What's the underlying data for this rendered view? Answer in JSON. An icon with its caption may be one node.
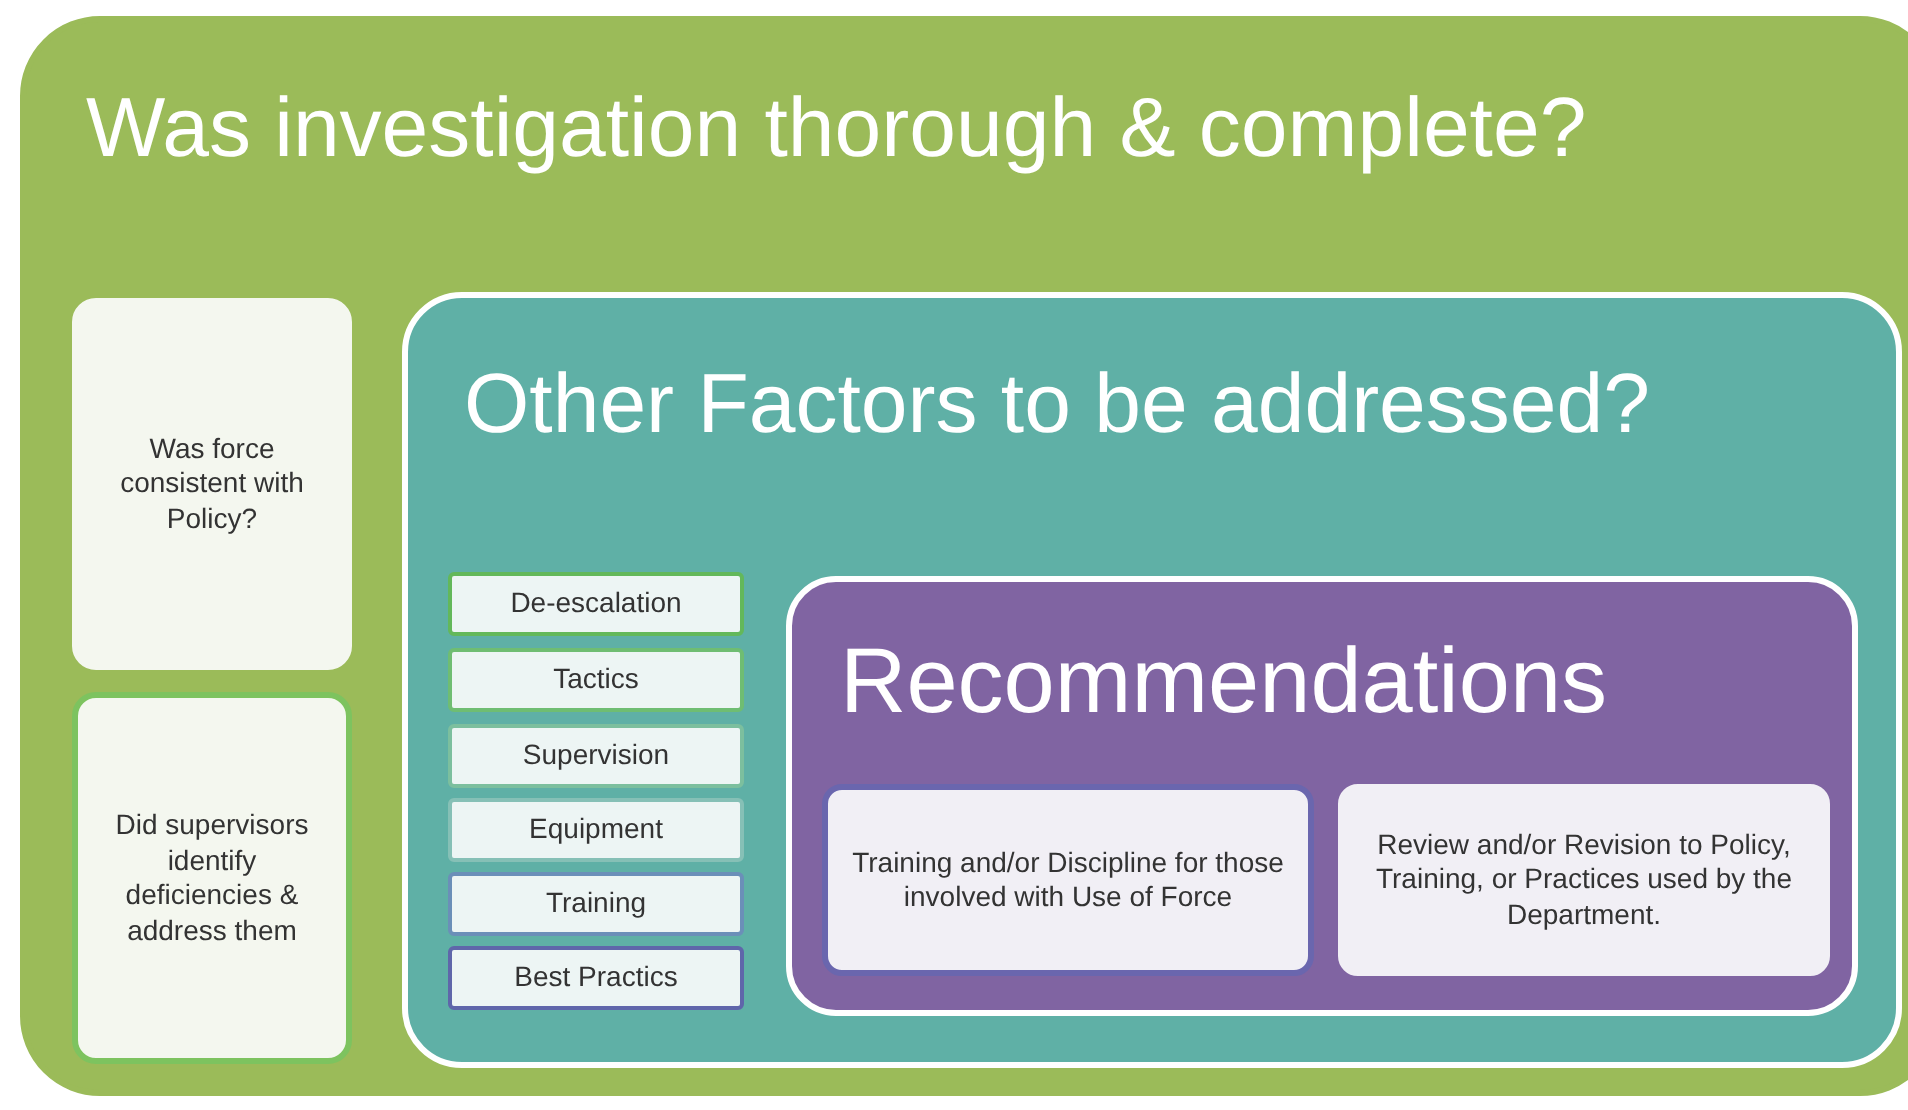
{
  "diagram": {
    "nodes": [
      {
        "text": [
          "Was investigation thorough & complete?"
        ]
      },
      {
        "text": [
          "Was force consistent with Policy?"
        ],
        "in": 0
      },
      {
        "text": [
          "Did supervisors identify deficiencies & address them"
        ],
        "in": 0
      },
      {
        "text": [
          "Other Factors to be addressed?"
        ],
        "in": 0
      },
      {
        "text": [
          "De-escalation"
        ],
        "in": 3
      },
      {
        "text": [
          "Tactics"
        ],
        "in": 3
      },
      {
        "text": [
          "Supervision"
        ],
        "in": 3
      },
      {
        "text": [
          "Equipment"
        ],
        "in": 3
      },
      {
        "text": [
          "Training"
        ],
        "in": 3
      },
      {
        "text": [
          "Best Practics"
        ],
        "in": 3
      },
      {
        "text": [
          "Recommendations"
        ],
        "in": 3
      },
      {
        "text": [
          "Training and/or Discipline for those involved with Use of Force"
        ],
        "in": 10
      },
      {
        "text": [
          "Review and/or Revision to Policy, Training, or Practices used by the Department."
        ],
        "in": 10
      }
    ]
  }
}
